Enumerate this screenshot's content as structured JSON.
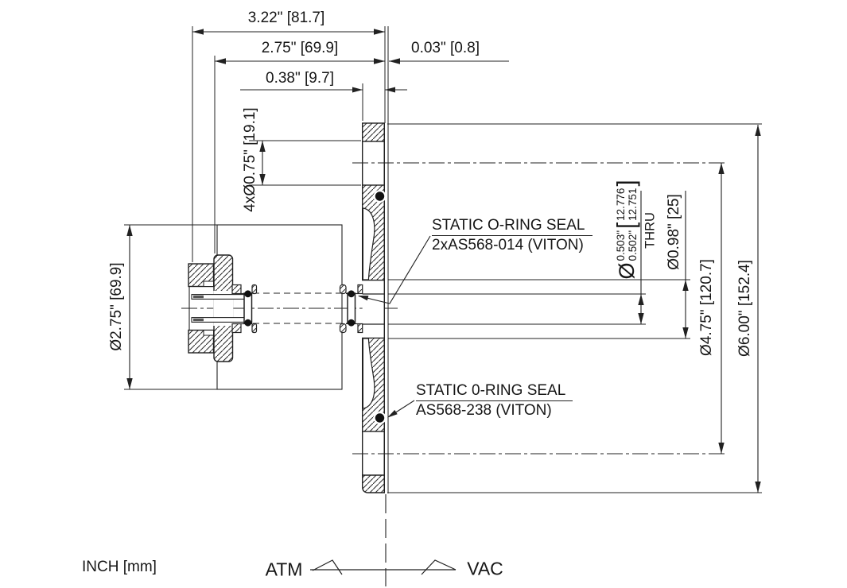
{
  "colors": {
    "background": "#ffffff",
    "line": "#212121",
    "text": "#161616"
  },
  "dimensions": {
    "overall_length": "3.22\" [81.7]",
    "body_length": "2.75\" [69.9]",
    "face_standoff": "0.03\" [0.8]",
    "flange_thickness": "0.38\" [9.7]",
    "bolt_holes": "4xØ0.75\" [19.1]",
    "connector_diameter": "Ø2.75\" [69.9]",
    "counterbore_diameter": "Ø0.98\" [25]",
    "bolt_circle_diameter": "Ø4.75\" [120.7]",
    "flange_outer_diameter": "Ø6.00\" [152.4]",
    "pin_bore": {
      "symbol": "Ø",
      "inch_max": "0.503\"",
      "inch_min": "0.502\"",
      "bracket_open": "[",
      "mm_max": "12.776",
      "mm_min": "12.751",
      "bracket_close": "]",
      "thru": "THRU"
    }
  },
  "callouts": {
    "seal_small": {
      "line1": "STATIC O-RING SEAL",
      "line2": "2xAS568-014 (VITON)"
    },
    "seal_large": {
      "line1": "STATIC 0-RING SEAL",
      "line2": "AS568-238 (VITON)"
    }
  },
  "legend": {
    "units": "INCH [mm]",
    "atmosphere_side": "ATM",
    "vacuum_side": "VAC"
  }
}
